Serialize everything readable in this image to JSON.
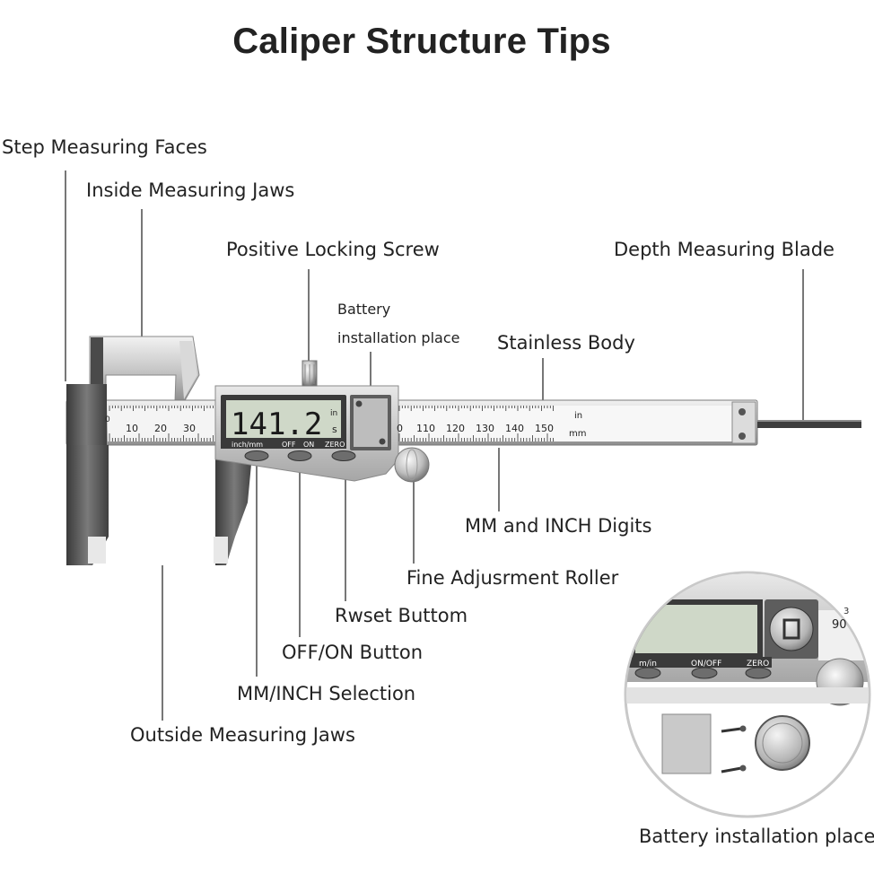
{
  "title": "Caliper Structure Tips",
  "labels": {
    "step_faces": "Step Measuring Faces",
    "inside_jaws": "Inside Measuring Jaws",
    "locking_screw": "Positive Locking Screw",
    "battery_small_1": "Battery",
    "battery_small_2": "installation place",
    "depth_blade": "Depth Measuring Blade",
    "stainless_body": "Stainless Body",
    "mm_inch_digits": "MM and INCH Digits",
    "fine_roller": "Fine Adjusrment Roller",
    "reset_button": "Rwset Buttom",
    "off_on_button": "OFF/ON Button",
    "mm_inch_selection": "MM/INCH Selection",
    "outside_jaws": "Outside Measuring Jaws",
    "battery_place": "Battery installation place"
  },
  "display": {
    "reading": "141.2",
    "unit_in": "in",
    "unit_s": "s",
    "btn_inch_mm": "inch/mm",
    "btn_off": "OFF",
    "btn_on": "ON",
    "btn_zero": "ZERO"
  },
  "scale": {
    "left_numbers": [
      "0",
      "10",
      "20",
      "30"
    ],
    "right_numbers": [
      "0",
      "110",
      "120",
      "130",
      "140",
      "150"
    ],
    "unit_in": "in",
    "unit_mm": "mm"
  },
  "inset": {
    "btn_inch_mm": "m/in",
    "btn_onoff": "ON/OFF",
    "btn_zero": "ZERO",
    "scale_num": "90"
  },
  "colors": {
    "steel": "#c9c9c9",
    "steel_dark": "#7a7a7a",
    "lcd": "#cfd8c8",
    "text": "#222222",
    "leader": "#555555"
  }
}
